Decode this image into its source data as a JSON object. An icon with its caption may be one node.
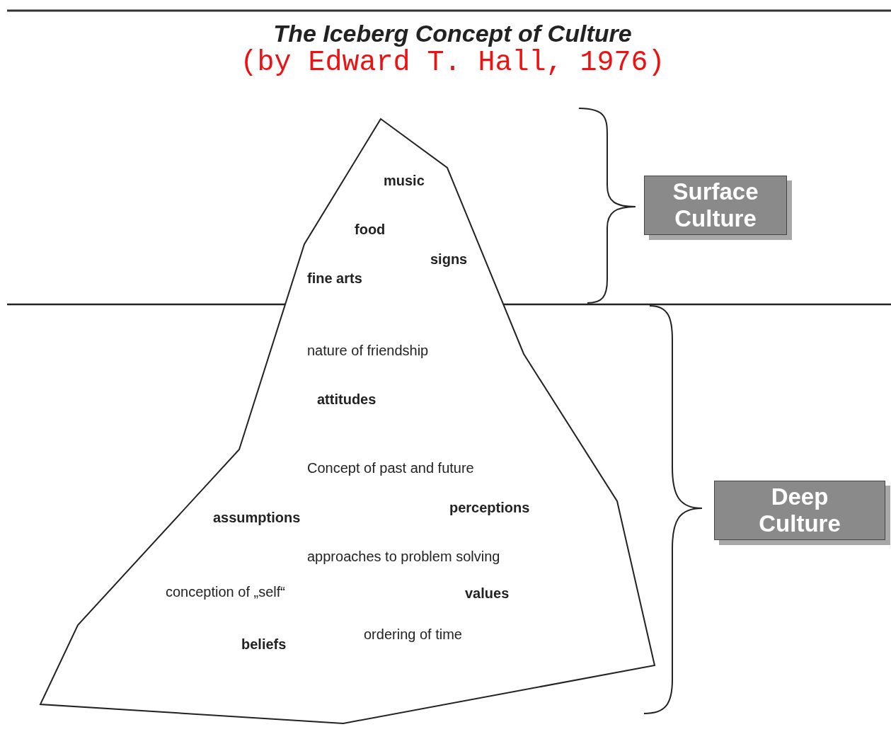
{
  "diagram": {
    "title": "The Iceberg Concept of Culture",
    "nodes": [
      {
        "text": [
          "music",
          "food",
          "signs",
          "fine arts",
          "nature of friendship",
          "attitudes",
          "Concept of past and future",
          "perceptions",
          "assumptions",
          "approaches to problem solving",
          "conception of „self“",
          "values",
          "ordering of time",
          "beliefs"
        ]
      },
      {
        "text": [
          "Surface Culture"
        ]
      },
      {
        "text": [
          "Deep Culture"
        ]
      }
    ],
    "labels": [
      "(by Edward T. Hall, 1976)"
    ]
  }
}
